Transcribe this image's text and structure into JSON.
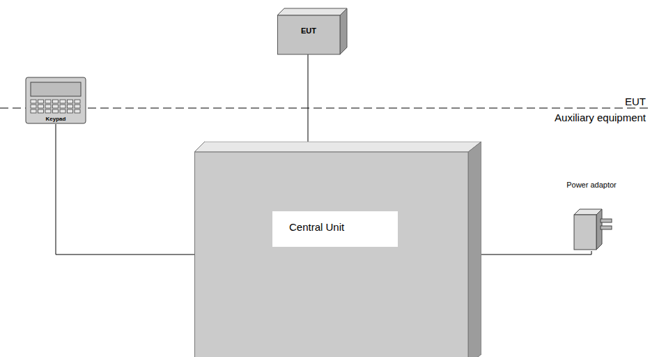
{
  "diagram": {
    "nodes": [
      {
        "text": [
          "EUT"
        ]
      },
      {
        "text": [
          "Central Unit"
        ]
      },
      {
        "text": [
          "Keypad"
        ]
      },
      {
        "text": [
          "Power adaptor"
        ]
      }
    ],
    "edges": [
      {
        "from": 0,
        "to": 1,
        "arrow": "none"
      },
      {
        "from": 2,
        "to": 1,
        "arrow": "none"
      },
      {
        "from": 1,
        "to": 3,
        "arrow": "none"
      }
    ],
    "labels": [
      "EUT",
      "Auxiliary equipment"
    ]
  }
}
